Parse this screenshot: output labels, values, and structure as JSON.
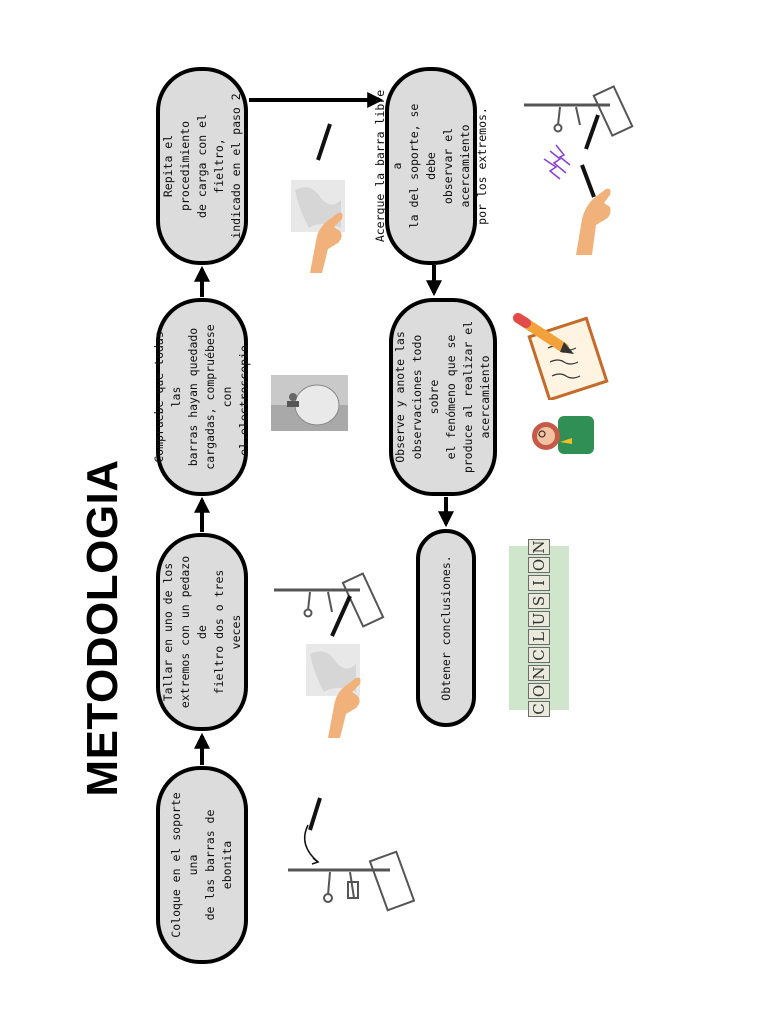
{
  "title": "METODOLOGIA",
  "steps": {
    "s1": [
      "Coloque en el soporte una",
      "de las barras de ebonita"
    ],
    "s2": [
      "Tallar en uno de los",
      "extremos con un pedazo de",
      "fieltro dos o tres veces"
    ],
    "s3": [
      "Compruebe que todas las",
      "barras hayan quedado",
      "cargadas, compruébese con",
      "el electroscopio."
    ],
    "s4": [
      "Repita el procedimiento",
      "de carga con el fieltro,",
      "indicado en el paso 2"
    ],
    "s5": [
      "Acerque la barra libre a",
      "la del soporte, se debe",
      "observar el acercamiento",
      "por los extremos."
    ],
    "s6": [
      "Observe y anote las",
      "observaciones todo sobre",
      "el fenómeno que se",
      "produce al realizar el",
      "acercamiento"
    ],
    "s7": [
      "Obtener conclusiones."
    ]
  },
  "conclusion_word": [
    "C",
    "O",
    "N",
    "C",
    "L",
    "U",
    "S",
    "I",
    "O",
    "N"
  ],
  "icons": {
    "stand": "lab-stand-with-rod",
    "hand_felt": "hand-rubbing-felt",
    "electroscope": "electroscope-photo",
    "spark": "spark-icon",
    "notes": "pencil-and-notes",
    "student": "student-writing",
    "conclusion": "conclusion-letter-tiles"
  },
  "colors": {
    "box_fill": "#dcdcdc",
    "border": "#000000",
    "skin": "#f0b27a",
    "card": "#cfe6cc"
  }
}
